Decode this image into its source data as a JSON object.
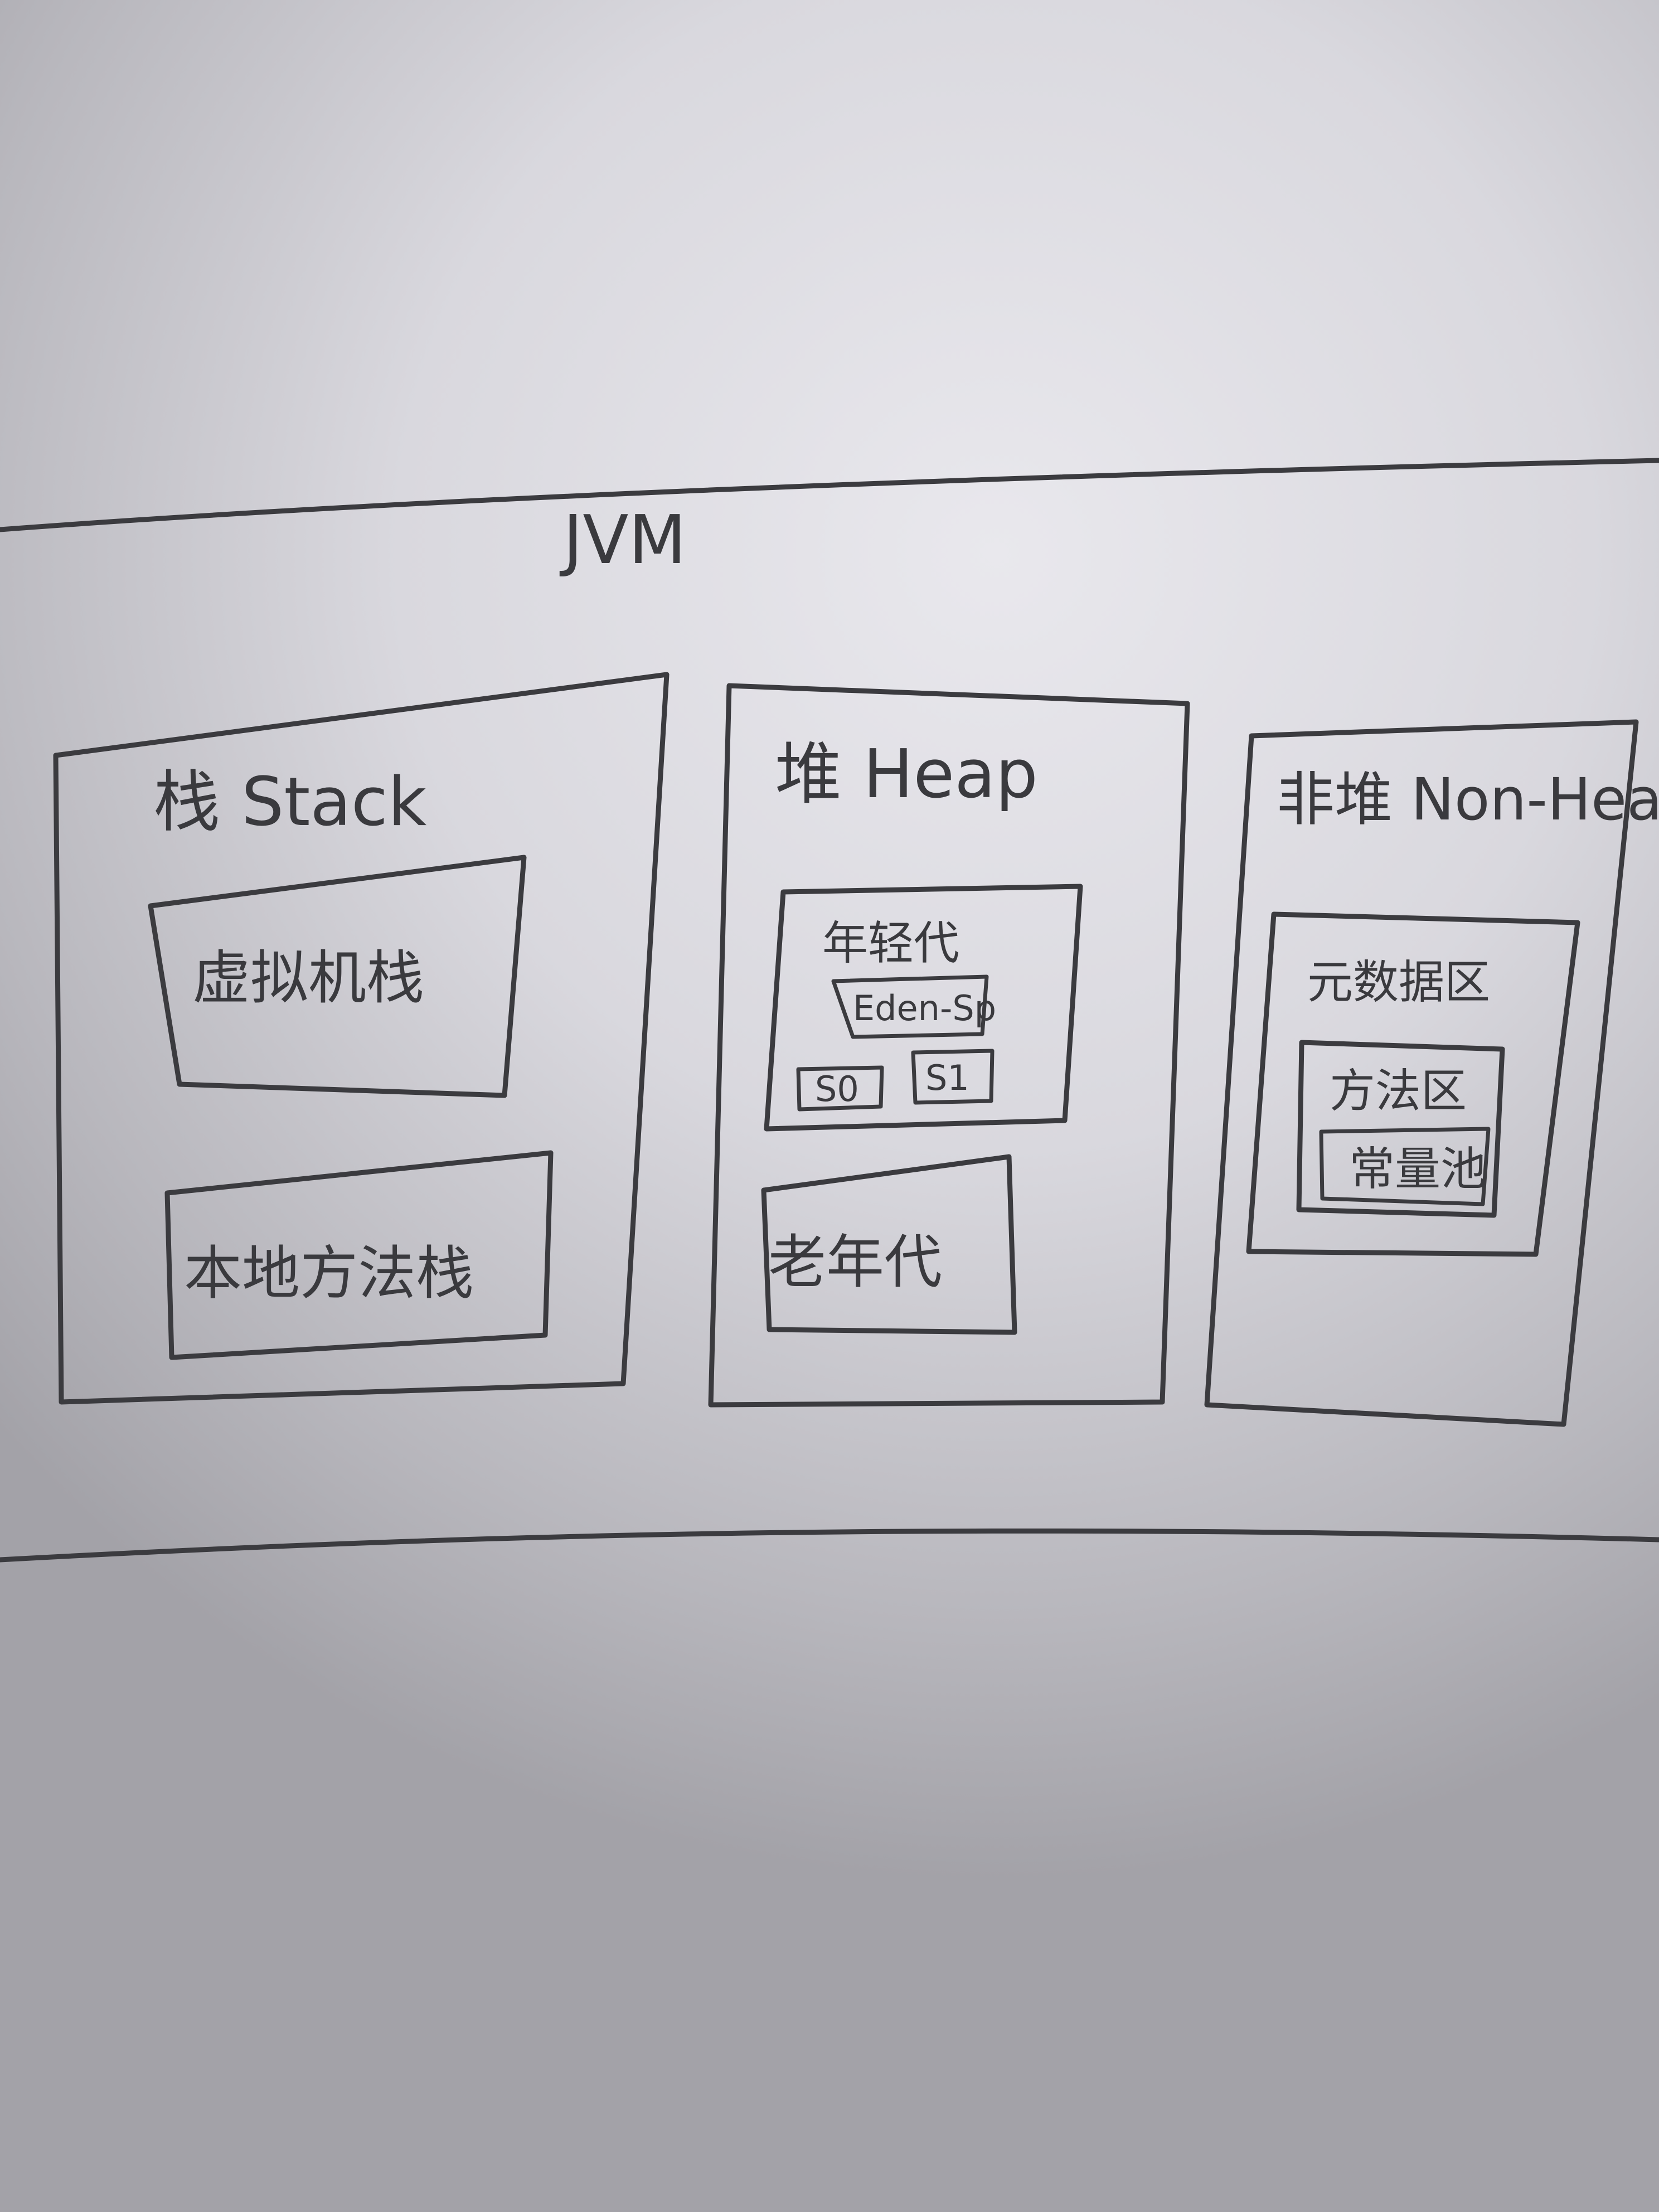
{
  "diagram": {
    "title": "JVM",
    "stack": {
      "title": "栈 Stack",
      "vm_stack": "虚拟机栈",
      "native_stack": "本地方法栈"
    },
    "heap": {
      "title": "堆 Heap",
      "young_gen": "年轻代",
      "eden": "Eden-Sp",
      "s0": "S0",
      "s1": "S1",
      "old_gen": "老年代"
    },
    "non_heap": {
      "title": "非堆 Non-Heap",
      "metaspace": "元数据区",
      "method_area": "方法区",
      "constant_pool": "常量池"
    }
  },
  "colors": {
    "ink": "#3b3b3f",
    "paper": "#d9d8de"
  }
}
